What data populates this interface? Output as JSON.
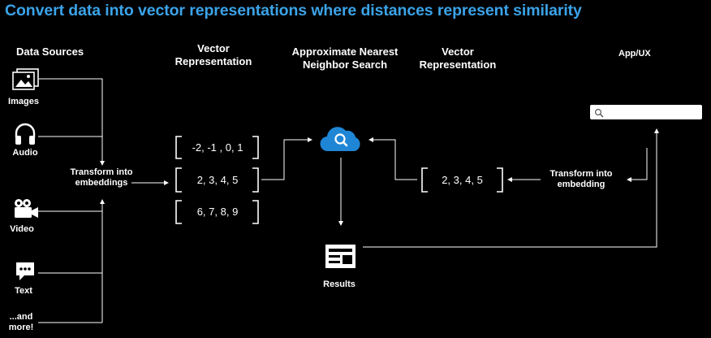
{
  "title": "Convert data into vector representations where distances represent similarity",
  "headers": {
    "data_sources": "Data Sources",
    "vector_rep_left": [
      "Vector",
      "Representation"
    ],
    "ann_search": [
      "Approximate Nearest",
      "Neighbor Search"
    ],
    "vector_rep_right": [
      "Vector",
      "Representation"
    ],
    "app_ux": "App/UX"
  },
  "sources": [
    {
      "label": "Images",
      "icon": "images-icon"
    },
    {
      "label": "Audio",
      "icon": "headphones-icon"
    },
    {
      "label": "Video",
      "icon": "video-camera-icon"
    },
    {
      "label": "Text",
      "icon": "chat-bubble-icon"
    },
    {
      "label": "...and",
      "label2": "more!"
    }
  ],
  "transform_left": [
    "Transform into",
    "embeddings"
  ],
  "vectors_left": [
    "-2, -1 , 0, 1",
    "2, 3, 4, 5",
    "6, 7, 8, 9"
  ],
  "vector_right": "2, 3, 4, 5",
  "transform_right": [
    "Transform into",
    "embedding"
  ],
  "results_label": "Results",
  "icons": {
    "cloud": "cloud-search-icon",
    "results": "results-page-icon",
    "search": "search-icon"
  },
  "colors": {
    "title": "#3ba3e8",
    "cloud": "#1f86d6",
    "background": "#000000"
  }
}
